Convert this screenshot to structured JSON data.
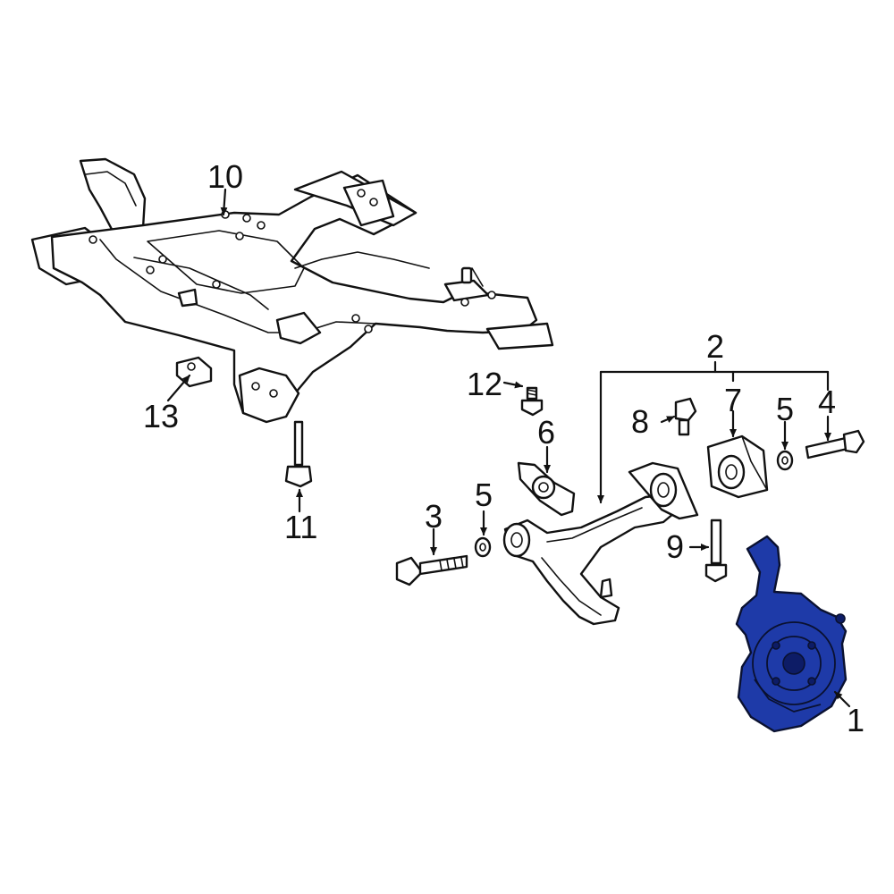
{
  "diagram": {
    "highlight_color": "#1e3aa8",
    "callouts": [
      {
        "id": "c1",
        "label": "1",
        "part": "steering-knuckle"
      },
      {
        "id": "c2",
        "label": "2",
        "part": "lower-control-arm-assembly"
      },
      {
        "id": "c3",
        "label": "3",
        "part": "arm-front-bolt"
      },
      {
        "id": "c4",
        "label": "4",
        "part": "bushing-bolt"
      },
      {
        "id": "c5a",
        "label": "5",
        "part": "washer"
      },
      {
        "id": "c5b",
        "label": "5",
        "part": "washer"
      },
      {
        "id": "c6",
        "label": "6",
        "part": "front-bushing"
      },
      {
        "id": "c7",
        "label": "7",
        "part": "rear-bushing"
      },
      {
        "id": "c8",
        "label": "8",
        "part": "bushing-bolt"
      },
      {
        "id": "c9",
        "label": "9",
        "part": "knuckle-bolt"
      },
      {
        "id": "c10",
        "label": "10",
        "part": "engine-cradle"
      },
      {
        "id": "c11",
        "label": "11",
        "part": "cradle-bolt"
      },
      {
        "id": "c12",
        "label": "12",
        "part": "cradle-bolt"
      },
      {
        "id": "c13",
        "label": "13",
        "part": "nut-clip"
      }
    ]
  }
}
